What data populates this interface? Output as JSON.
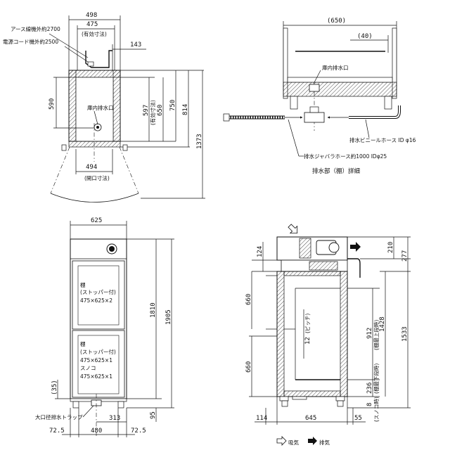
{
  "front_top": {
    "dims": [
      "498",
      "475",
      "(有効寸法)",
      "143",
      "590",
      "597",
      "(有効寸法)",
      "650",
      "750",
      "814",
      "1373",
      "494",
      "(開口寸法)"
    ],
    "labels": {
      "earth": "アース線機外約2700",
      "cord": "電源コード機外約2500",
      "drain": "庫内排水口"
    }
  },
  "detail": {
    "dims": [
      "(650)",
      "(40)"
    ],
    "labels": {
      "drain": "庫内排水口",
      "vinyl_hose": "排水ビニールホース ID φ16",
      "bellows_hose": "排水ジャバラホース約1000 IDφ25",
      "caption": "排水部（棚）詳細"
    }
  },
  "front_elev": {
    "dims": [
      "625",
      "1810",
      "1905",
      "(35)",
      "95",
      "72.5",
      "480",
      "72.5",
      "313"
    ],
    "shelf_upper": [
      "棚",
      "(ストッパー付)",
      "475×625×2"
    ],
    "shelf_lower": [
      "棚",
      "(ストッパー付)",
      "475×625×1",
      "スノコ",
      "475×625×1"
    ],
    "trap_label": "大口径排水トラップ"
  },
  "side_elev": {
    "dims": [
      "124",
      "210",
      "277",
      "660",
      "660",
      "12",
      "912",
      "1428",
      "1533",
      "236",
      "8",
      "114",
      "645",
      "55"
    ],
    "rot_labels": [
      "(ピッチ)",
      "(棚最上段時)",
      "(棚最下段時)",
      "(スノコ時)"
    ],
    "legend": {
      "intake": "吸気",
      "exhaust": "排気"
    }
  }
}
